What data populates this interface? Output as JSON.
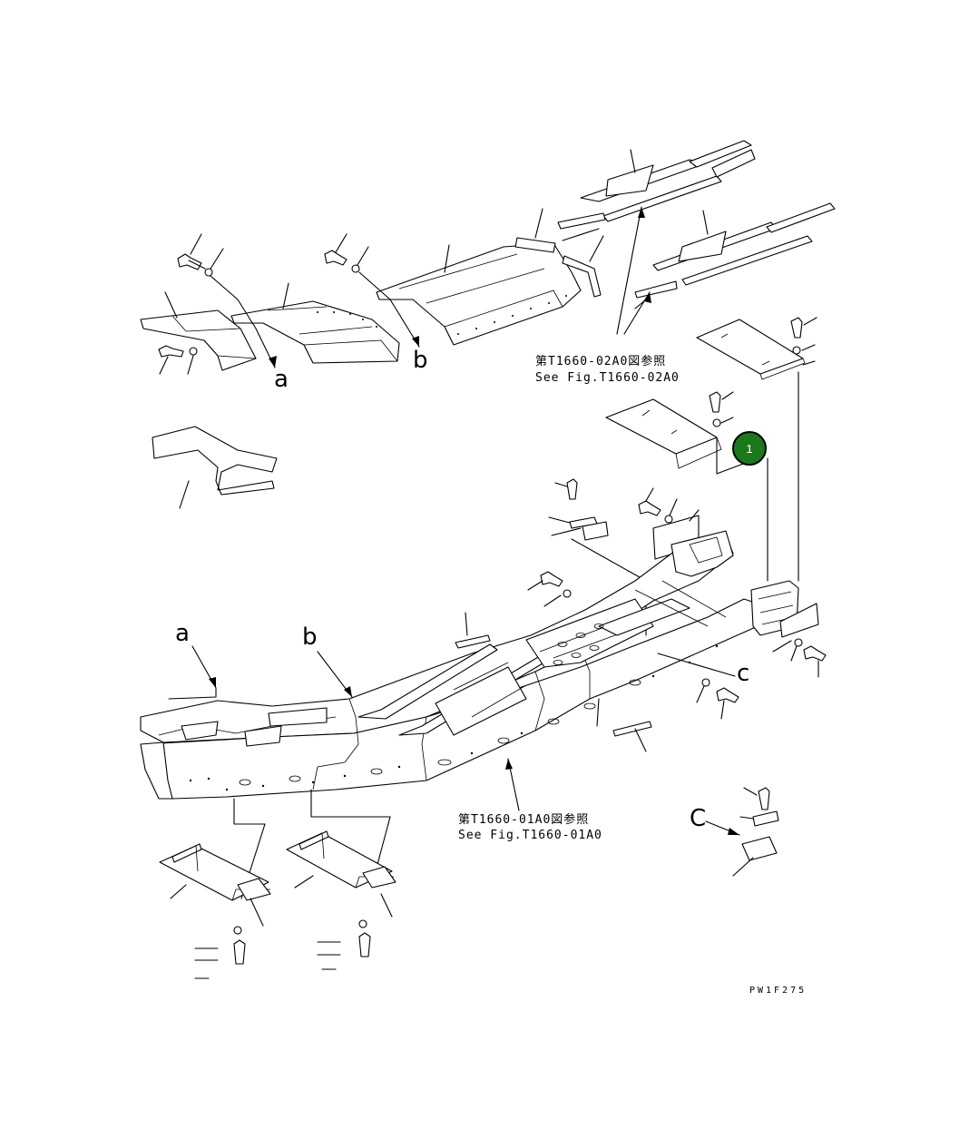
{
  "diagram": {
    "callout": {
      "number": "1",
      "fill": "#1a7a1a",
      "stroke": "#000000"
    },
    "refs": {
      "top_jp": "第T1660-02A0図参照",
      "top_en": "See Fig.T1660-02A0",
      "bottom_jp": "第T1660-01A0図参照",
      "bottom_en": "See Fig.T1660-01A0"
    },
    "view_labels": {
      "a_top": "a",
      "b_top": "b",
      "a_bottom": "a",
      "b_bottom": "b",
      "c_frame": "c",
      "c_detail": "C"
    },
    "drawing_code": "PW1F275"
  }
}
